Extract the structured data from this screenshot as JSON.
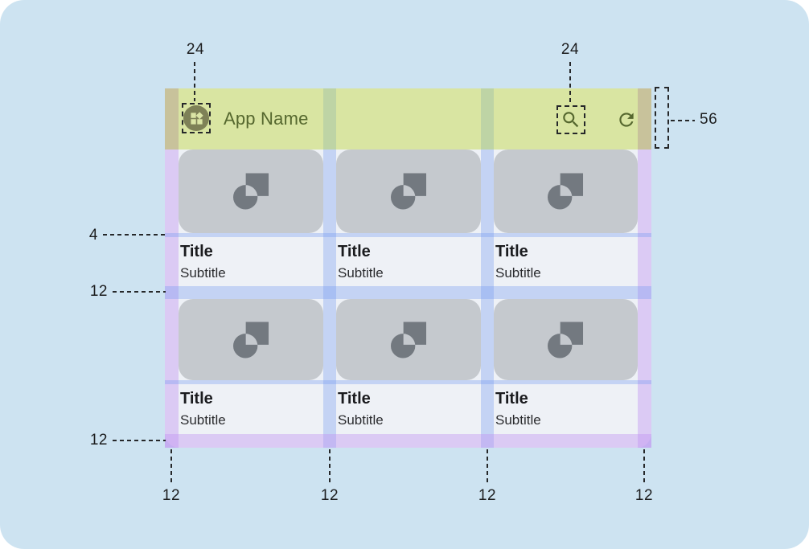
{
  "appbar": {
    "title": "App Name"
  },
  "cards": {
    "items": [
      {
        "title": "Title",
        "subtitle": "Subtitle"
      },
      {
        "title": "Title",
        "subtitle": "Subtitle"
      },
      {
        "title": "Title",
        "subtitle": "Subtitle"
      },
      {
        "title": "Title",
        "subtitle": "Subtitle"
      },
      {
        "title": "Title",
        "subtitle": "Subtitle"
      },
      {
        "title": "Title",
        "subtitle": "Subtitle"
      }
    ]
  },
  "annotations": {
    "leading_icon_size": "24",
    "search_icon_size": "24",
    "appbar_height": "56",
    "media_text_gap": "4",
    "row_gutter": "12",
    "bottom_margin": "12",
    "left_margin": "12",
    "column_gutter_1": "12",
    "column_gutter_2": "12",
    "right_margin": "12"
  },
  "icons": {
    "leading": "widgets-icon",
    "search": "search-icon",
    "refresh": "refresh-icon",
    "card_media": "shapes-placeholder-icon"
  },
  "colors": {
    "canvas": "#cde3f1",
    "appbar": "#d9e5a2",
    "appbar_content": "#55672e",
    "content_bg": "#eef1f6",
    "card_media_bg": "#c5c9ce",
    "media_icon": "#737980",
    "margin_overlay": "#c193f0",
    "gutter_overlay": "#769bf2"
  }
}
